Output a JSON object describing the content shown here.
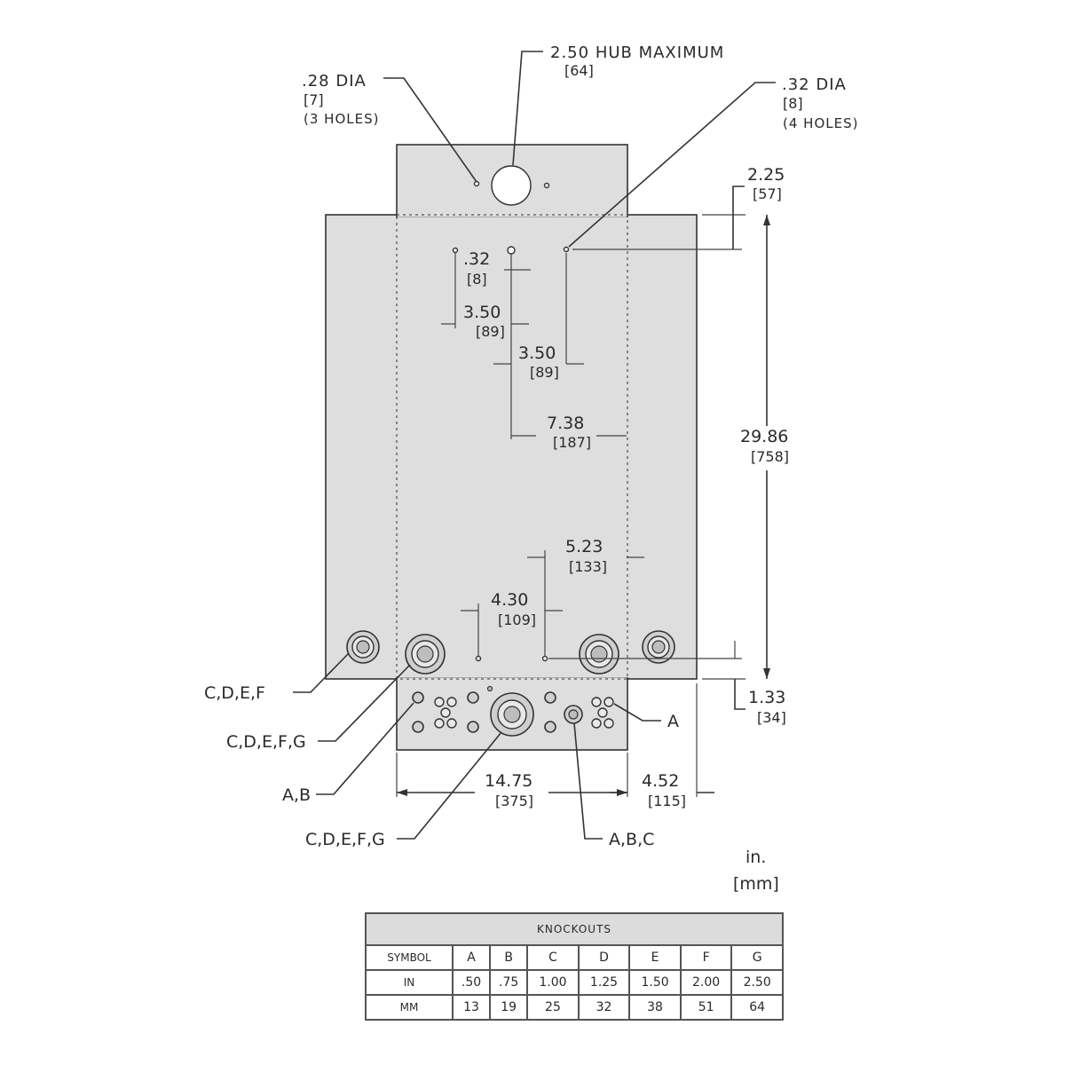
{
  "callouts": {
    "hub_max": {
      "value": "2.50",
      "text": "HUB MAXIMUM",
      "mm": "[64]"
    },
    "dia_28": {
      "value": ".28",
      "text": "DIA",
      "mm": "[7]",
      "qty": "(3 HOLES)"
    },
    "dia_32": {
      "value": ".32",
      "text": "DIA",
      "mm": "[8]",
      "qty": "(4 HOLES)"
    }
  },
  "dimensions": {
    "d_2_25": {
      "in": "2.25",
      "mm": "[57]"
    },
    "d_32": {
      "in": ".32",
      "mm": "[8]"
    },
    "d_3_50_a": {
      "in": "3.50",
      "mm": "[89]"
    },
    "d_3_50_b": {
      "in": "3.50",
      "mm": "[89]"
    },
    "d_7_38": {
      "in": "7.38",
      "mm": "[187]"
    },
    "d_29_86": {
      "in": "29.86",
      "mm": "[758]"
    },
    "d_5_23": {
      "in": "5.23",
      "mm": "[133]"
    },
    "d_4_30": {
      "in": "4.30",
      "mm": "[109]"
    },
    "d_1_33": {
      "in": "1.33",
      "mm": "[34]"
    },
    "d_14_75": {
      "in": "14.75",
      "mm": "[375]"
    },
    "d_4_52": {
      "in": "4.52",
      "mm": "[115]"
    }
  },
  "knockout_labels": {
    "left_upper": "C,D,E,F",
    "left_mid": "C,D,E,F,G",
    "left_lower": "A,B",
    "bottom_center": "C,D,E,F,G",
    "bottom_right": "A,B,C",
    "right_cluster": "A"
  },
  "units": {
    "inch": "in.",
    "mm": "[mm]"
  },
  "knockouts_table": {
    "title": "KNOCKOUTS",
    "symbol_header": "SYMBOL",
    "in_header": "IN",
    "mm_header": "MM",
    "symbols": [
      "A",
      "B",
      "C",
      "D",
      "E",
      "F",
      "G"
    ],
    "in_values": [
      ".50",
      ".75",
      "1.00",
      "1.25",
      "1.50",
      "2.00",
      "2.50"
    ],
    "mm_values": [
      "13",
      "19",
      "25",
      "32",
      "38",
      "51",
      "64"
    ]
  }
}
